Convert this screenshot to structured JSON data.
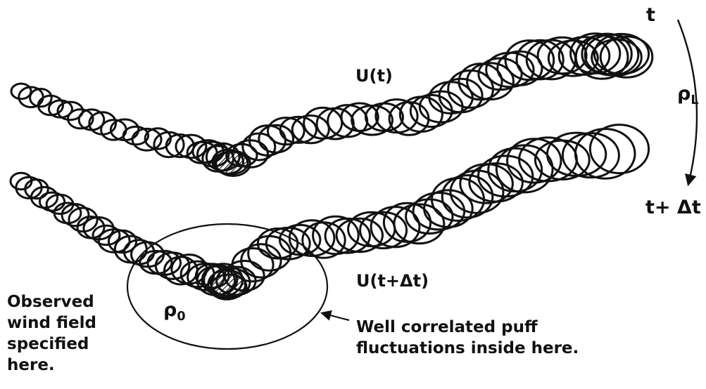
{
  "labels": {
    "time_top": "t",
    "time_bottom": "t+ Δt",
    "rho_L": "ρ",
    "rho_L_sub": "L",
    "rho_0": "ρ",
    "rho_0_sub": "0",
    "u_t": "U(t)",
    "u_t_dt": "U(t+Δt)",
    "observed": [
      "Observed",
      "wind field",
      "specified",
      "here."
    ],
    "well_correlated": [
      "Well correlated puff",
      "fluctuations inside here."
    ]
  },
  "colors": {
    "ink": "#111111",
    "hatch": "#111111",
    "background": "#ffffff"
  }
}
